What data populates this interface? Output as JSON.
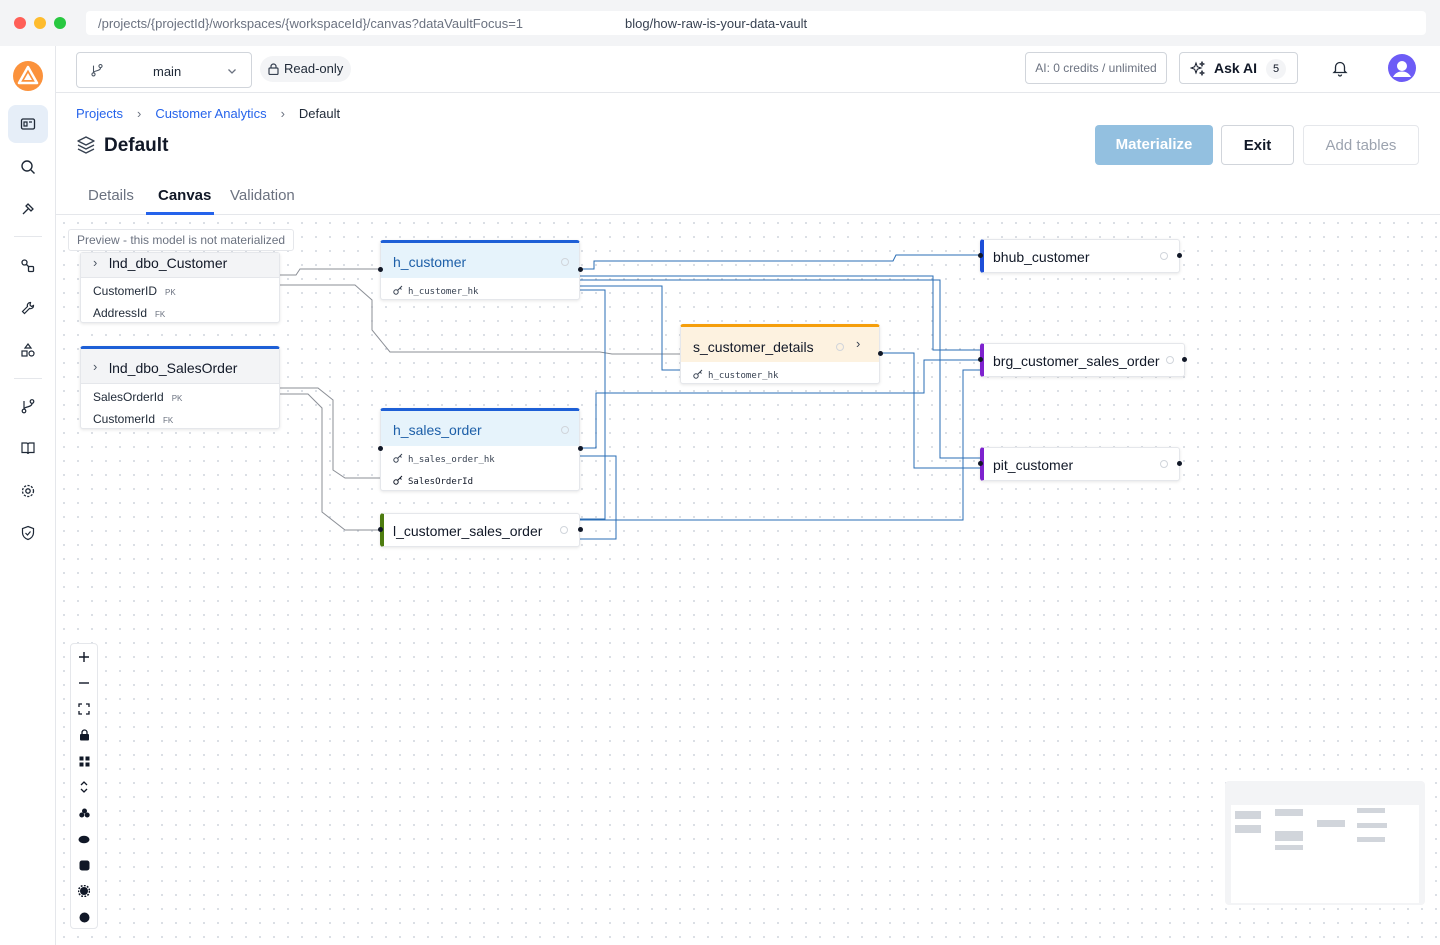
{
  "browser": {
    "url": "/projects/{projectId}/workspaces/{workspaceId}/canvas?dataVaultFocus=1",
    "tab_title": "blog/how-raw-is-your-data-vault",
    "traffic_colors": [
      "#ff5f57",
      "#febc2e",
      "#28c840"
    ]
  },
  "rail": {
    "items": [
      "models-icon",
      "search-icon",
      "build-icon",
      "lineage-icon",
      "wrench-icon",
      "shapes-icon",
      "git-branch-icon",
      "book-icon",
      "settings-icon",
      "shield-icon"
    ],
    "active": "models-icon"
  },
  "topbar": {
    "branch": "main",
    "readonly": "Read-only",
    "credits": "AI: 0 credits / unlimited",
    "askai_label": "Ask AI",
    "askai_count": "5"
  },
  "breadcrumb": {
    "items": [
      "Projects",
      "Customer Analytics",
      "Default"
    ]
  },
  "header": {
    "title": "Default",
    "materialize": "Materialize",
    "exit": "Exit",
    "add_tables": "Add tables"
  },
  "tabs": [
    "Details",
    "Canvas",
    "Validation"
  ],
  "active_tab": "Canvas",
  "canvas": {
    "preview_note": "Preview - this model is not materialized",
    "nodes": {
      "src_customer": {
        "name": "lnd_dbo_Customer",
        "cols": [
          {
            "name": "CustomerID",
            "tag": "PK"
          },
          {
            "name": "AddressId",
            "tag": "FK"
          }
        ]
      },
      "src_salesorder": {
        "name": "lnd_dbo_SalesOrder",
        "cols": [
          {
            "name": "SalesOrderId",
            "tag": "PK"
          },
          {
            "name": "CustomerId",
            "tag": "FK"
          }
        ]
      },
      "h_customer": {
        "name": "h_customer",
        "cols": [
          "h_customer_hk"
        ]
      },
      "s_customer_details": {
        "name": "s_customer_details",
        "cols": [
          "h_customer_hk"
        ]
      },
      "h_sales_order": {
        "name": "h_sales_order",
        "cols": [
          "h_sales_order_hk",
          "SalesOrderId"
        ]
      },
      "l_customer_sales_order": {
        "name": "l_customer_sales_order"
      },
      "bhub_customer": {
        "name": "bhub_customer"
      },
      "brg_customer_sales_order": {
        "name": "brg_customer_sales_order"
      },
      "pit_customer": {
        "name": "pit_customer"
      }
    },
    "colors": {
      "hub": "#1d5fd6",
      "satellite": "#f59e0b",
      "link": "#4d7c0f",
      "business": "#1d4ed8",
      "bridge": "#7e22ce",
      "edge_blue": "#2a6db5",
      "edge_gray": "#8b8f96"
    }
  },
  "zoom_controls": [
    "zoom-in-icon",
    "zoom-out-icon",
    "fit-view-icon",
    "lock-icon",
    "grid-icon",
    "expand-vertical-icon",
    "tree-icon",
    "ellipse-icon",
    "square-icon",
    "gear-icon",
    "circle-icon"
  ]
}
